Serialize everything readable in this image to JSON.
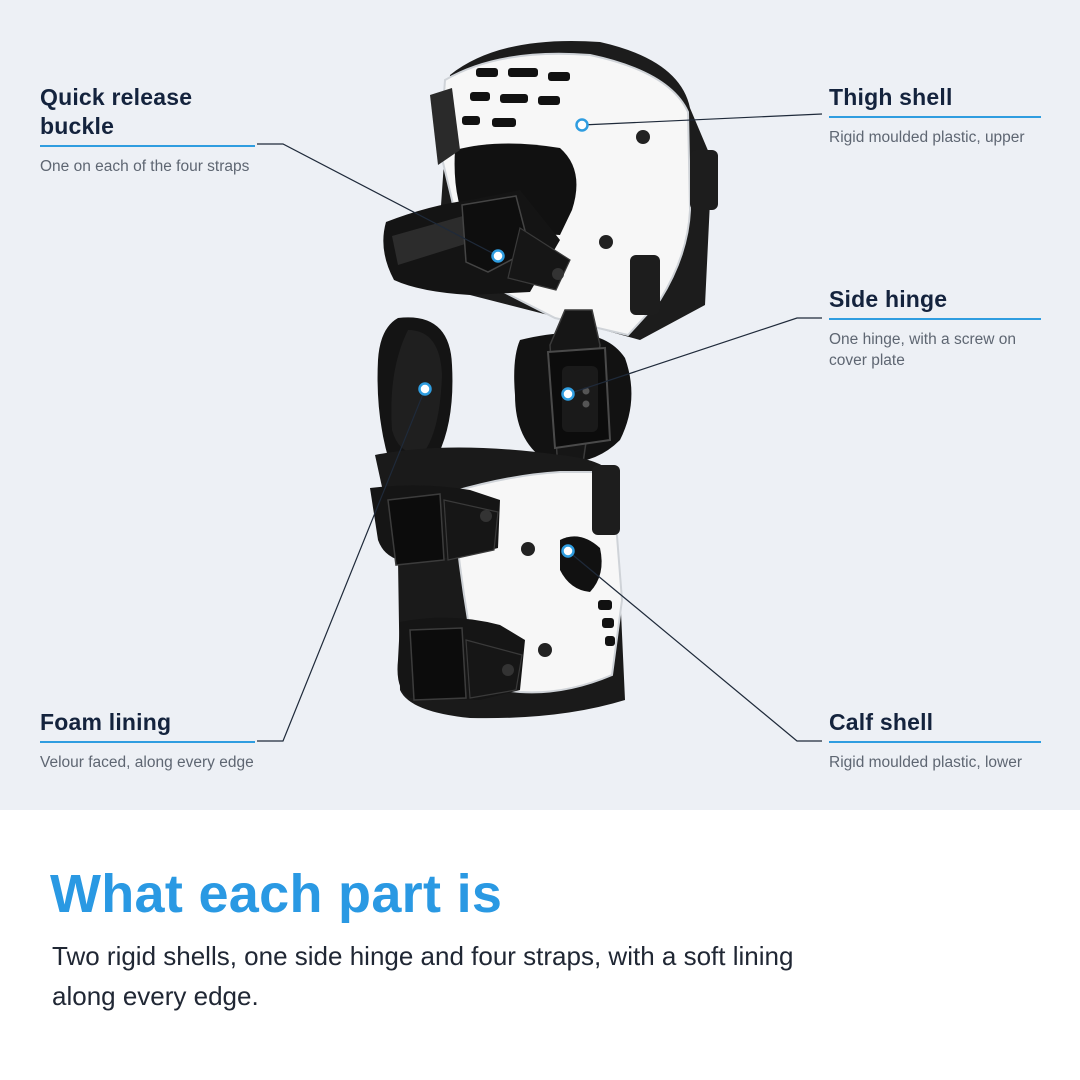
{
  "colors": {
    "accent": "#2f9de0",
    "panel_bg": "#edf0f5",
    "title": "#14233d",
    "headline": "#2a99e3"
  },
  "callouts": {
    "quick_release_buckle": {
      "title": "Quick release buckle",
      "description": "One on each of the four straps"
    },
    "thigh_shell": {
      "title": "Thigh shell",
      "description": "Rigid moulded plastic, upper"
    },
    "side_hinge": {
      "title": "Side hinge",
      "description": "One hinge, with a screw on cover plate"
    },
    "foam_lining": {
      "title": "Foam lining",
      "description": "Velour faced, along every edge"
    },
    "calf_shell": {
      "title": "Calf shell",
      "description": "Rigid moulded plastic, lower"
    }
  },
  "footer": {
    "headline": "What each part is",
    "body": "Two rigid shells, one side hinge and four straps, with a soft lining along every edge."
  }
}
